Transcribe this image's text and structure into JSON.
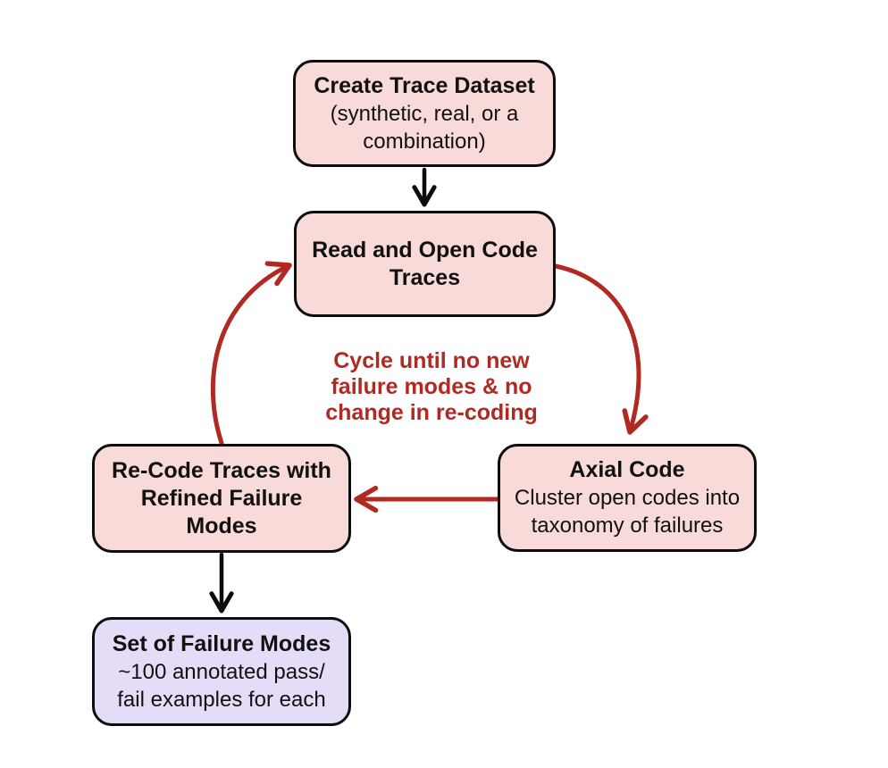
{
  "colors": {
    "node_fill_pink": "#f8dad8",
    "node_fill_purple": "#e5ddf8",
    "border": "#0d0d0d",
    "arrow_black": "#0d0d0d",
    "arrow_red": "#b02a23",
    "text": "#111111",
    "background": "#ffffff"
  },
  "nodes": {
    "create_trace_dataset": {
      "title": "Create Trace Dataset",
      "subtitle_lines": [
        "(synthetic, real, or a",
        "combination)"
      ]
    },
    "read_open_code": {
      "title_lines": [
        "Read and Open Code",
        "Traces"
      ]
    },
    "axial_code": {
      "title": "Axial Code",
      "subtitle_lines": [
        "Cluster open codes into",
        "taxonomy of failures"
      ]
    },
    "recode_traces": {
      "title_lines": [
        "Re-Code Traces with",
        "Refined Failure",
        "Modes"
      ]
    },
    "failure_modes": {
      "title": "Set of Failure Modes",
      "subtitle_lines": [
        "~100 annotated pass/",
        "fail examples for each"
      ]
    }
  },
  "cycle_label": {
    "lines": [
      "Cycle until no new",
      "failure modes & no",
      "change in re-coding"
    ]
  }
}
